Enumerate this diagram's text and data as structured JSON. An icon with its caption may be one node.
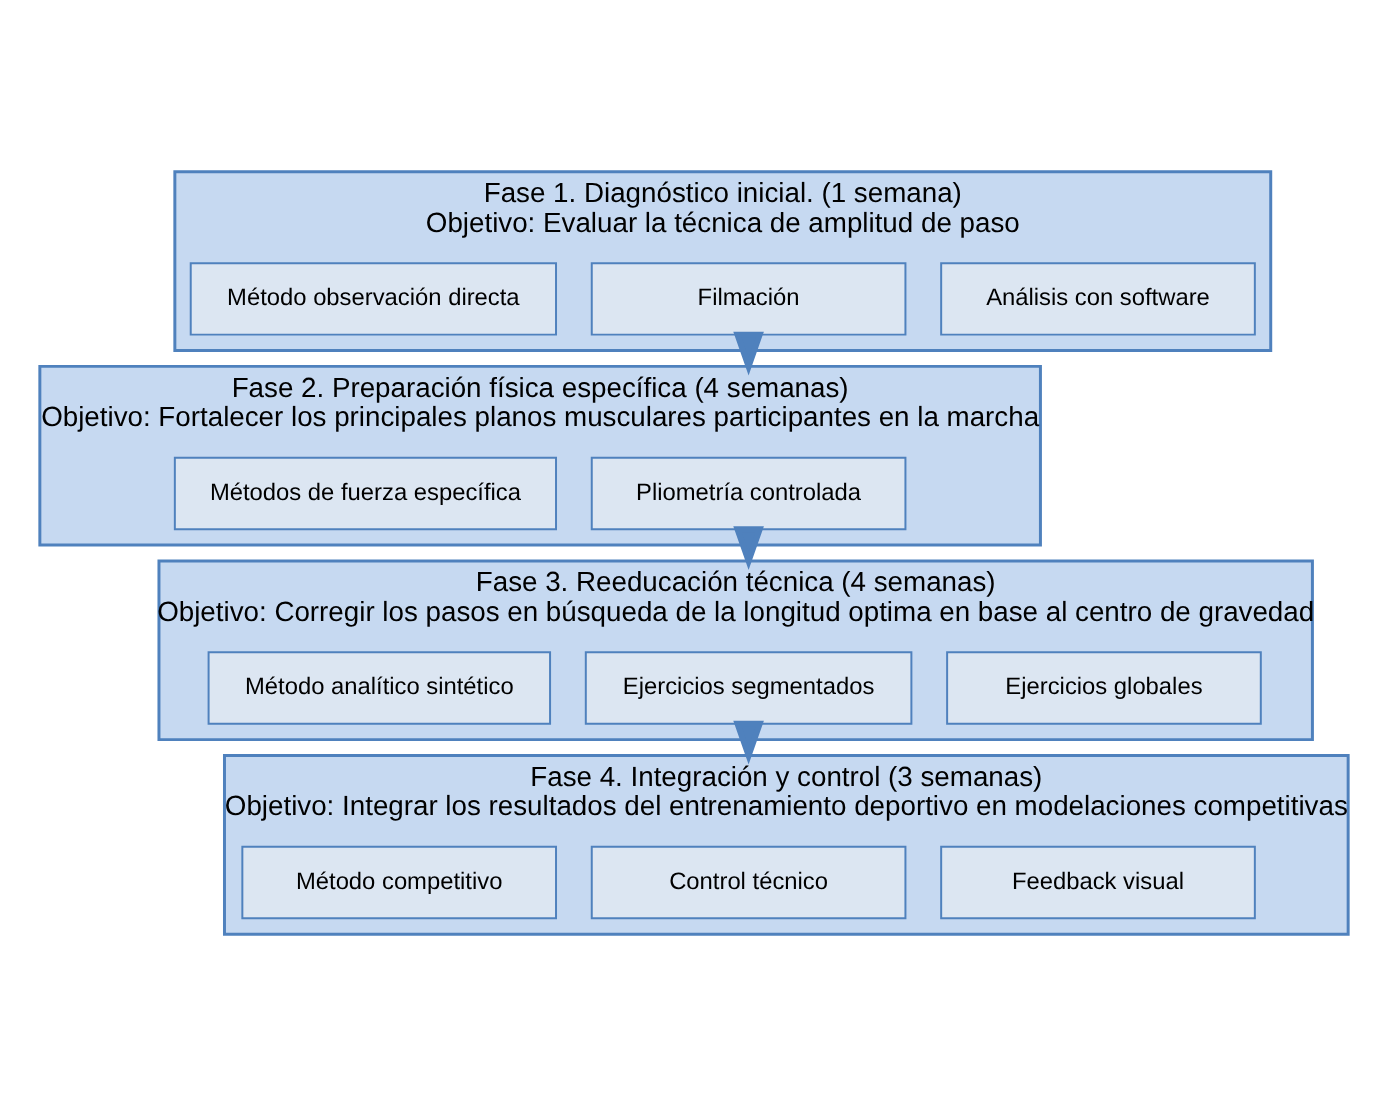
{
  "diagram": {
    "nodes": [
      {
        "text": [
          "Fase 1. Diagnóstico inicial. (1 semana)",
          "Objetivo: Evaluar la técnica de amplitud de paso"
        ]
      },
      {
        "text": [
          "Método observación directa"
        ],
        "in": 0
      },
      {
        "text": [
          "Filmación"
        ],
        "in": 0
      },
      {
        "text": [
          "Análisis con software"
        ],
        "in": 0
      },
      {
        "text": [
          "Fase 2. Preparación física específica (4 semanas)",
          "Objetivo: Fortalecer los principales planos musculares participantes en la marcha"
        ]
      },
      {
        "text": [
          "Métodos de fuerza específica"
        ],
        "in": 4
      },
      {
        "text": [
          "Pliometría controlada"
        ],
        "in": 4
      },
      {
        "text": [
          "Fase 3. Reeducación técnica (4 semanas)",
          "Objetivo: Corregir los pasos en búsqueda de la longitud optima en base al centro de gravedad"
        ]
      },
      {
        "text": [
          "Método analítico sintético"
        ],
        "in": 7
      },
      {
        "text": [
          "Ejercicios segmentados"
        ],
        "in": 7
      },
      {
        "text": [
          "Ejercicios globales"
        ],
        "in": 7
      },
      {
        "text": [
          "Fase 4. Integración y control (3 semanas)",
          "Objetivo: Integrar los resultados del entrenamiento deportivo en modelaciones competitivas"
        ]
      },
      {
        "text": [
          "Método competitivo"
        ],
        "in": 11
      },
      {
        "text": [
          "Control técnico"
        ],
        "in": 11
      },
      {
        "text": [
          "Feedback visual"
        ],
        "in": 11
      }
    ],
    "edges": [
      {
        "from": 0,
        "to": 4,
        "arrow": "to"
      },
      {
        "from": 4,
        "to": 7,
        "arrow": "to"
      },
      {
        "from": 7,
        "to": 11,
        "arrow": "to"
      }
    ]
  }
}
